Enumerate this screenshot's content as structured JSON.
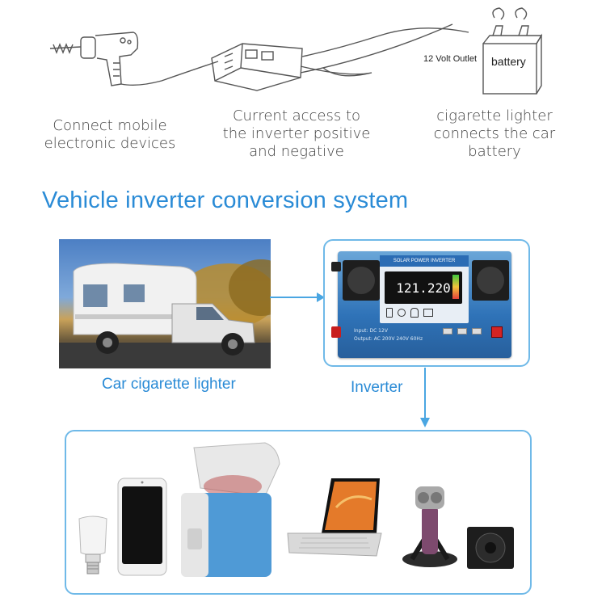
{
  "top": {
    "labels": {
      "mobile_devices": "Connect mobile\nelectronic devices",
      "current_access": "Current access to\nthe inverter positive\nand negative",
      "cigarette_lighter": "cigarette lighter\nconnects the car\nbattery"
    },
    "outlet_label": "12 Volt Outlet",
    "battery_label": "battery"
  },
  "title": "Vehicle inverter conversion system",
  "car_caption": "Car cigarette lighter",
  "inverter_caption": "Inverter",
  "inverter": {
    "brand": "SOLAR POWER INVERTER",
    "display_value": "121.220",
    "spec_line1": "Input: DC 12V",
    "spec_line2": "Output: AC 200V 240V 60Hz"
  },
  "devices": [
    "led-bulb",
    "smartphone",
    "car-mini-fridge",
    "laptop",
    "electric-shaver",
    "subwoofer-speaker"
  ],
  "colors": {
    "accent": "#2a8bd6",
    "frame": "#6fb9e8",
    "inverter_blue": "#2f73b8"
  }
}
